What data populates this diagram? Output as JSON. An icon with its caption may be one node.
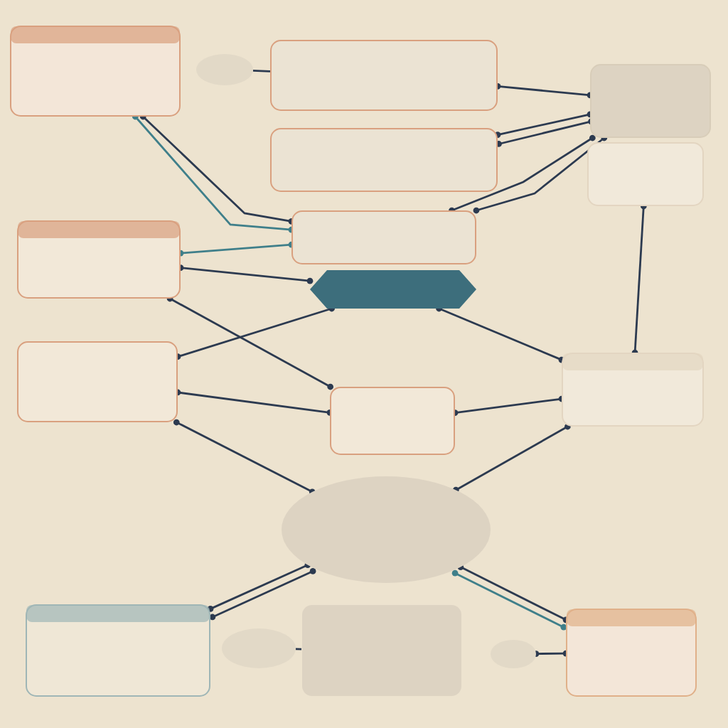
{
  "diagram": {
    "nodes": [
      {
        "text": [],
        "shape": "box"
      },
      {
        "text": [],
        "shape": "box"
      },
      {
        "text": [],
        "shape": "ellipse"
      },
      {
        "text": [],
        "shape": "box"
      },
      {
        "text": [],
        "shape": "box"
      },
      {
        "text": [],
        "shape": "box"
      },
      {
        "text": [],
        "shape": "box"
      },
      {
        "text": [],
        "shape": "box"
      },
      {
        "text": [],
        "shape": "arrow"
      },
      {
        "text": [],
        "shape": "box"
      },
      {
        "text": [],
        "shape": "box"
      },
      {
        "text": [],
        "shape": "box"
      },
      {
        "text": [],
        "shape": "ellipse"
      },
      {
        "text": [],
        "shape": "box"
      },
      {
        "text": [],
        "shape": "ellipse"
      },
      {
        "text": [],
        "shape": "box"
      },
      {
        "text": [],
        "shape": "ellipse"
      },
      {
        "text": [],
        "shape": "box"
      }
    ],
    "edges": [
      {
        "from": 0,
        "to": 7,
        "arrow": "other"
      },
      {
        "from": 0,
        "to": 7,
        "arrow": "other",
        "color": "#3f7f8a"
      },
      {
        "from": 2,
        "to": 1,
        "arrow": "none"
      },
      {
        "from": 1,
        "to": 3,
        "arrow": "other"
      },
      {
        "from": 5,
        "to": 3,
        "arrow": "other"
      },
      {
        "from": 5,
        "to": 3,
        "arrow": "other"
      },
      {
        "from": 3,
        "to": 7,
        "arrow": "other"
      },
      {
        "from": 3,
        "to": 7,
        "arrow": "other"
      },
      {
        "from": 4,
        "to": 11,
        "arrow": "other"
      },
      {
        "from": 6,
        "to": 7,
        "arrow": "other",
        "color": "#3f7f8a"
      },
      {
        "from": 6,
        "to": 8,
        "arrow": "other"
      },
      {
        "from": 6,
        "to": 10,
        "arrow": "other"
      },
      {
        "from": 9,
        "to": 8,
        "arrow": "other"
      },
      {
        "from": 9,
        "to": 10,
        "arrow": "other"
      },
      {
        "from": 9,
        "to": 12,
        "arrow": "other"
      },
      {
        "from": 10,
        "to": 11,
        "arrow": "other"
      },
      {
        "from": 8,
        "to": 11,
        "arrow": "other"
      },
      {
        "from": 11,
        "to": 12,
        "arrow": "other"
      },
      {
        "from": 13,
        "to": 12,
        "arrow": "other"
      },
      {
        "from": 13,
        "to": 12,
        "arrow": "other"
      },
      {
        "from": 12,
        "to": 17,
        "arrow": "other"
      },
      {
        "from": 12,
        "to": 17,
        "arrow": "other",
        "color": "#3f7f8a"
      },
      {
        "from": 16,
        "to": 17,
        "arrow": "other"
      },
      {
        "from": 14,
        "to": 15,
        "arrow": "none"
      }
    ]
  }
}
